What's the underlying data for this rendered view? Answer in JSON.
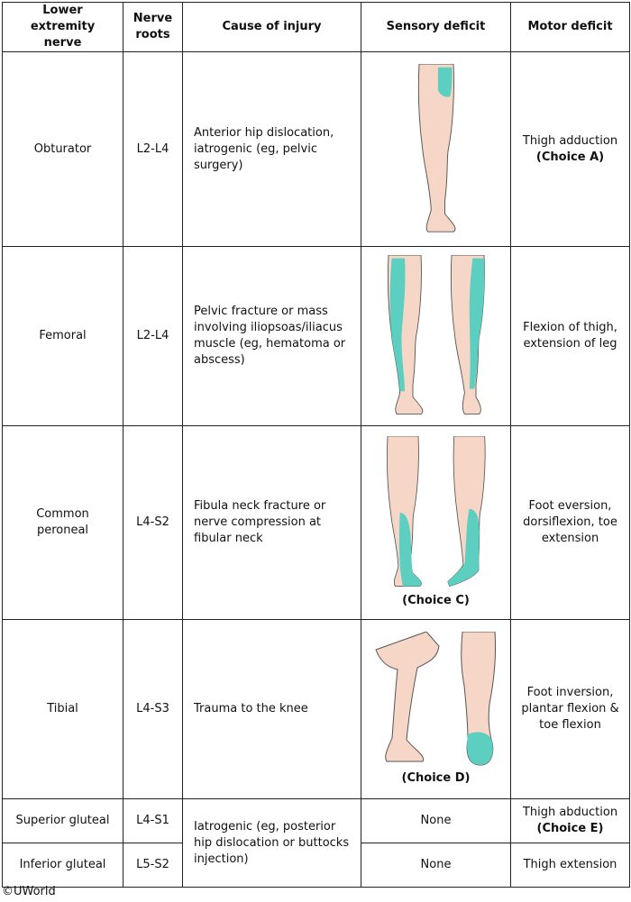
{
  "headers": [
    "Lower extremity nerve",
    "Nerve roots",
    "Cause of injury",
    "Sensory deficit",
    "Motor deficit"
  ],
  "rows": [
    {
      "nerve": "Obturator",
      "roots": "L2-L4",
      "cause": "Anterior hip dislocation, iatrogenic (eg, pelvic surgery)",
      "sensory_choice": "",
      "motor": "Thigh adduction",
      "motor_choice": "(Choice A)"
    },
    {
      "nerve": "Femoral",
      "roots": "L2-L4",
      "cause": "Pelvic fracture or mass involving iliopsoas/iliacus muscle (eg, hematoma or abscess)",
      "sensory_choice": "",
      "motor": "Flexion of thigh, extension of leg",
      "motor_choice": ""
    },
    {
      "nerve": "Common peroneal",
      "roots": "L4-S2",
      "cause": "Fibula neck fracture or nerve compression at fibular neck",
      "sensory_choice": "(Choice C)",
      "motor": "Foot eversion, dorsiflexion, toe extension",
      "motor_choice": ""
    },
    {
      "nerve": "Tibial",
      "roots": "L4-S3",
      "cause": "Trauma to the knee",
      "sensory_choice": "(Choice D)",
      "motor": "Foot inversion, plantar flexion & toe flexion",
      "motor_choice": ""
    },
    {
      "nerve": "Superior gluteal",
      "roots": "L4-S1",
      "cause": "Iatrogenic (eg, posterior hip dislocation or buttocks injection)",
      "sensory": "None",
      "motor": "Thigh abduction",
      "motor_choice": "(Choice E)"
    },
    {
      "nerve": "Inferior gluteal",
      "roots": "L5-S2",
      "sensory": "None",
      "motor": "Thigh extension"
    }
  ],
  "copyright": "©UWorld",
  "colors": {
    "skin": "#f6d6c6",
    "deficit": "#5ccfc0"
  }
}
